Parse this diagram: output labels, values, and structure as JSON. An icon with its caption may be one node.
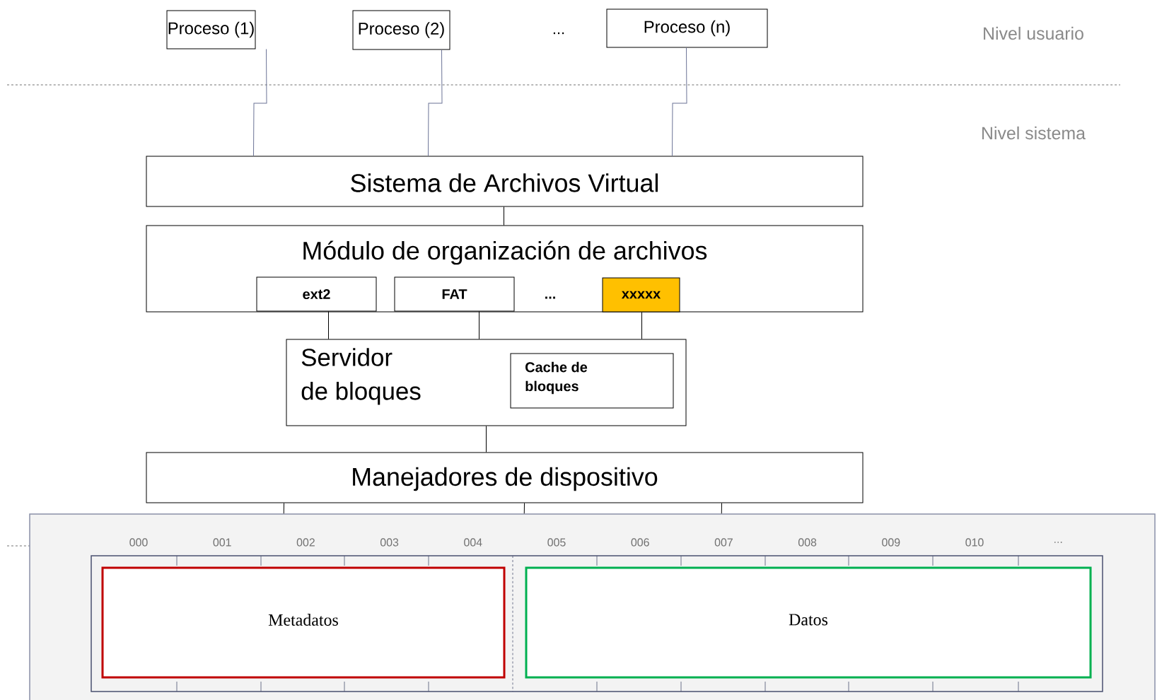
{
  "diagram": {
    "nodes": [
      {
        "text": [
          "Proceso (1)"
        ]
      },
      {
        "text": [
          "Proceso (2)"
        ]
      },
      {
        "text": [
          "Proceso (n)"
        ]
      },
      {
        "text": [
          "Sistema de Archivos Virtual"
        ]
      },
      {
        "text": [
          "Módulo de organización de archivos"
        ]
      },
      {
        "text": [
          "ext2"
        ],
        "in": 4
      },
      {
        "text": [
          "FAT"
        ],
        "in": 4
      },
      {
        "text": [
          "xxxxx"
        ],
        "in": 4
      },
      {
        "text": [
          "Servidor de bloques"
        ]
      },
      {
        "text": [
          "Cache de bloques"
        ],
        "in": 8
      },
      {
        "text": [
          "Manejadores de dispositivo"
        ]
      },
      {
        "text": [],
        "shape": "box"
      },
      {
        "text": [
          "Metadatos"
        ],
        "in": 11
      },
      {
        "text": [
          "Datos"
        ],
        "in": 11
      }
    ],
    "edges": [
      {
        "from": 0,
        "to": 3,
        "arrow": "none",
        "color": "#6b7396"
      },
      {
        "from": 1,
        "to": 3,
        "arrow": "none",
        "color": "#6b7396"
      },
      {
        "from": 2,
        "to": 3,
        "arrow": "none",
        "color": "#6b7396"
      },
      {
        "from": 3,
        "to": 4,
        "arrow": "none"
      },
      {
        "from": 5,
        "to": 8,
        "arrow": "none"
      },
      {
        "from": 6,
        "to": 8,
        "arrow": "none"
      },
      {
        "from": 7,
        "to": 8,
        "arrow": "none"
      },
      {
        "from": 8,
        "to": 10,
        "arrow": "none"
      },
      {
        "from": 10,
        "to": 11,
        "arrow": "none"
      },
      {
        "from": 10,
        "to": 11,
        "arrow": "none"
      },
      {
        "from": 10,
        "to": 11,
        "arrow": "none"
      }
    ],
    "labels": [
      "...",
      "Nivel usuario",
      "Nivel sistema",
      "...",
      "000",
      "001",
      "002",
      "003",
      "004",
      "005",
      "006",
      "007",
      "008",
      "009",
      "010",
      "..."
    ]
  }
}
